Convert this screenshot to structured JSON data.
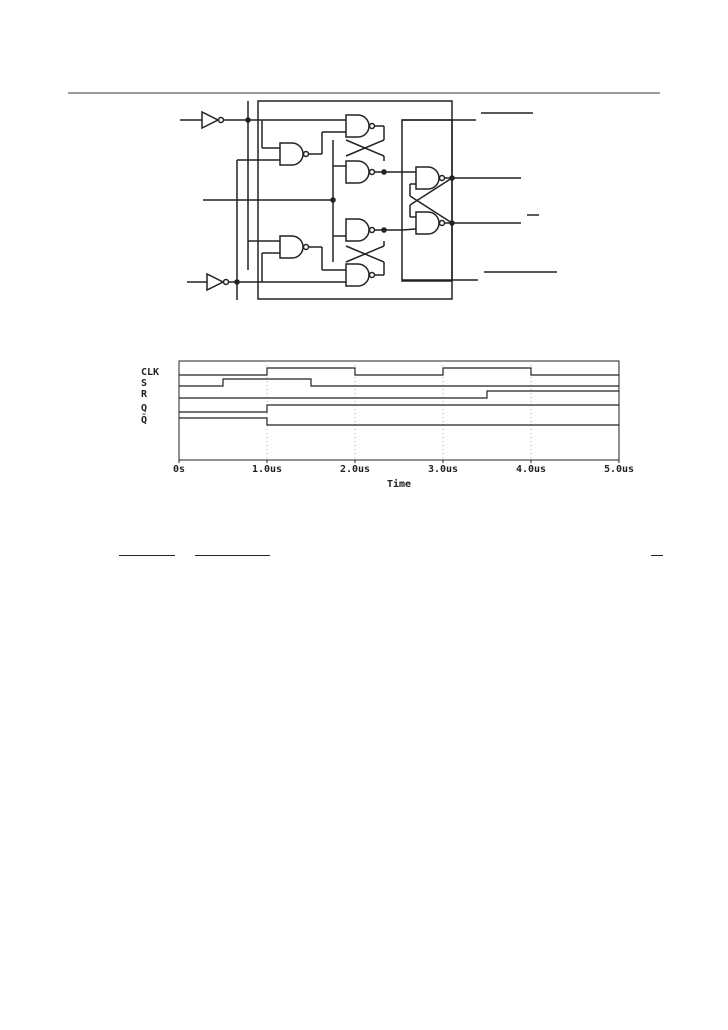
{
  "timing": {
    "signals": [
      "CLK",
      "S",
      "R",
      "Q",
      "Q̄"
    ],
    "x_ticks": [
      "0s",
      "1.0us",
      "2.0us",
      "3.0us",
      "4.0us",
      "5.0us"
    ],
    "xlabel": "Time"
  },
  "chart_data": {
    "type": "line",
    "xlabel": "Time",
    "x_unit": "us",
    "xlim": [
      0,
      5
    ],
    "x_ticks": [
      "0s",
      "1.0us",
      "2.0us",
      "3.0us",
      "4.0us",
      "5.0us"
    ],
    "series": [
      {
        "name": "CLK",
        "steps": [
          [
            0,
            0
          ],
          [
            1,
            1
          ],
          [
            2,
            0
          ],
          [
            3,
            1
          ],
          [
            4,
            0
          ],
          [
            5,
            0
          ]
        ]
      },
      {
        "name": "S",
        "steps": [
          [
            0,
            0
          ],
          [
            0.5,
            1
          ],
          [
            1.5,
            0
          ],
          [
            5,
            0
          ]
        ]
      },
      {
        "name": "R",
        "steps": [
          [
            0,
            0
          ],
          [
            3.5,
            1
          ],
          [
            5,
            1
          ]
        ]
      },
      {
        "name": "Q",
        "steps": [
          [
            0,
            0
          ],
          [
            1,
            1
          ],
          [
            5,
            1
          ]
        ]
      },
      {
        "name": "Q̄",
        "steps": [
          [
            0,
            1
          ],
          [
            1,
            0
          ],
          [
            5,
            0
          ]
        ]
      }
    ]
  },
  "colors": {
    "ink": "#222222",
    "rule": "#9a9a9a",
    "grid": "#aaaaaa"
  }
}
